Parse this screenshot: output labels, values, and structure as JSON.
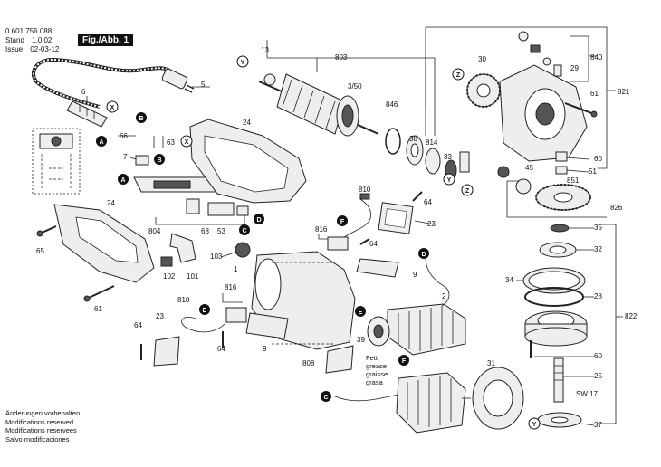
{
  "header": {
    "part_number": "0 601 756 088",
    "stand_label": "Stand",
    "stand_value": "1.0 02",
    "issue_label": "Issue",
    "issue_value": "02-03-12",
    "figure_label": "Fig./Abb. 1"
  },
  "footer_notes": [
    "Änderungen vorbehalten",
    "Modifications reserved",
    "Modifications reservees",
    "Salvo modificaciones"
  ],
  "grease_note": [
    "Fett",
    "grease",
    "graisse",
    "grasa"
  ],
  "callout_letters": {
    "a": "A",
    "b": "B",
    "c": "C",
    "d": "D",
    "e": "E",
    "f": "F",
    "x": "X",
    "y": "Y",
    "z": "Z"
  },
  "part_labels": {
    "p1": "1",
    "p2": "2",
    "p5": "5",
    "p6": "6",
    "p7": "7",
    "p9": "9",
    "p13": "13",
    "p23": "23",
    "p24": "24",
    "p25": "25",
    "p28": "28",
    "p29": "29",
    "p30": "30",
    "p31": "31",
    "p32": "32",
    "p33": "33",
    "p34": "34",
    "p35": "35",
    "p37": "37",
    "p38": "38",
    "p39": "39",
    "p45": "45",
    "p51": "51",
    "p53": "53",
    "p60": "60",
    "p61": "61",
    "p63": "63",
    "p64": "64",
    "p65": "65",
    "p66": "66",
    "p68": "68",
    "p101": "101",
    "p102": "102",
    "p103": "103",
    "p350": "3/50",
    "p803": "803",
    "p804": "804",
    "p808": "808",
    "p810": "810",
    "p814": "814",
    "p816": "816",
    "p821": "821",
    "p822": "822",
    "p826": "826",
    "p840": "840",
    "p846": "846",
    "p851": "851",
    "sw17": "SW 17"
  }
}
